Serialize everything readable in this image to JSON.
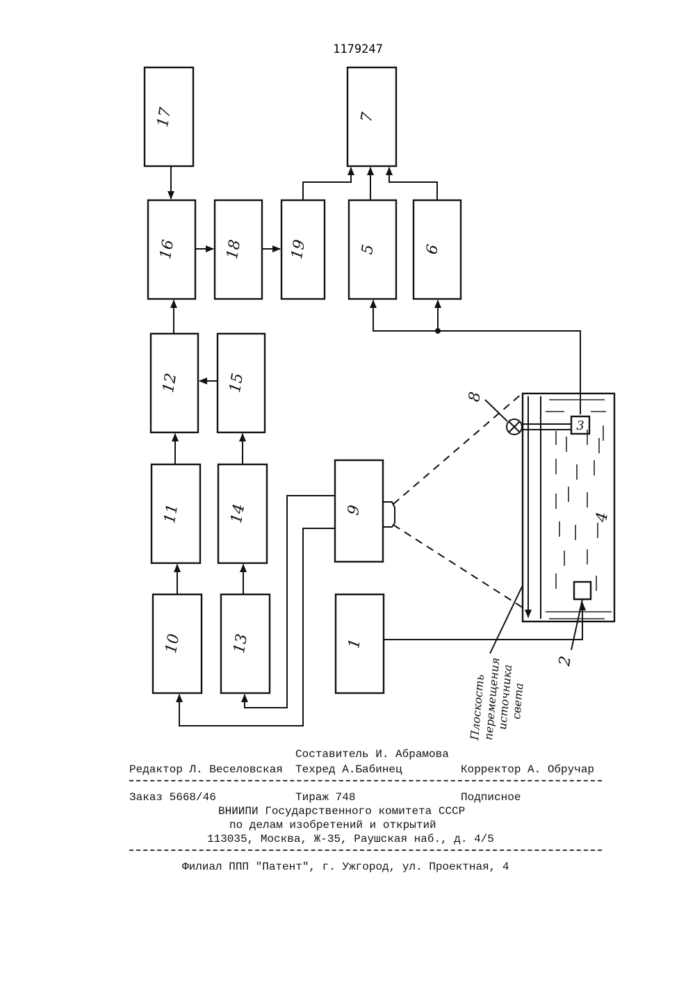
{
  "patent_number": "1179247",
  "blocks": {
    "b1": "1",
    "b2": "2",
    "b3": "3",
    "b4": "4",
    "b5": "5",
    "b6": "6",
    "b7": "7",
    "b8": "8",
    "b9": "9",
    "b10": "10",
    "b11": "11",
    "b12": "12",
    "b13": "13",
    "b14": "14",
    "b15": "15",
    "b16": "16",
    "b17": "17",
    "b18": "18",
    "b19": "19"
  },
  "diagram_caption": [
    "Плоскость",
    "перемещения",
    "источника",
    "света"
  ],
  "credits": {
    "compiler": "Составитель И. Абрамова",
    "editor": "Редактор Л. Веселовская",
    "techred": "Техред А.Бабинец",
    "corrector": "Корректор А. Обручар"
  },
  "publication": {
    "order": "Заказ 5668/46",
    "print_run": "Тираж 748",
    "subscription": "Подписное",
    "org_line1": "ВНИИПИ Государственного комитета СССР",
    "org_line2": "по делам изобретений и открытий",
    "address": "113035, Москва, Ж-35, Раушская наб., д. 4/5"
  },
  "footer": "Филиал ППП \"Патент\", г. Ужгород, ул. Проектная, 4"
}
